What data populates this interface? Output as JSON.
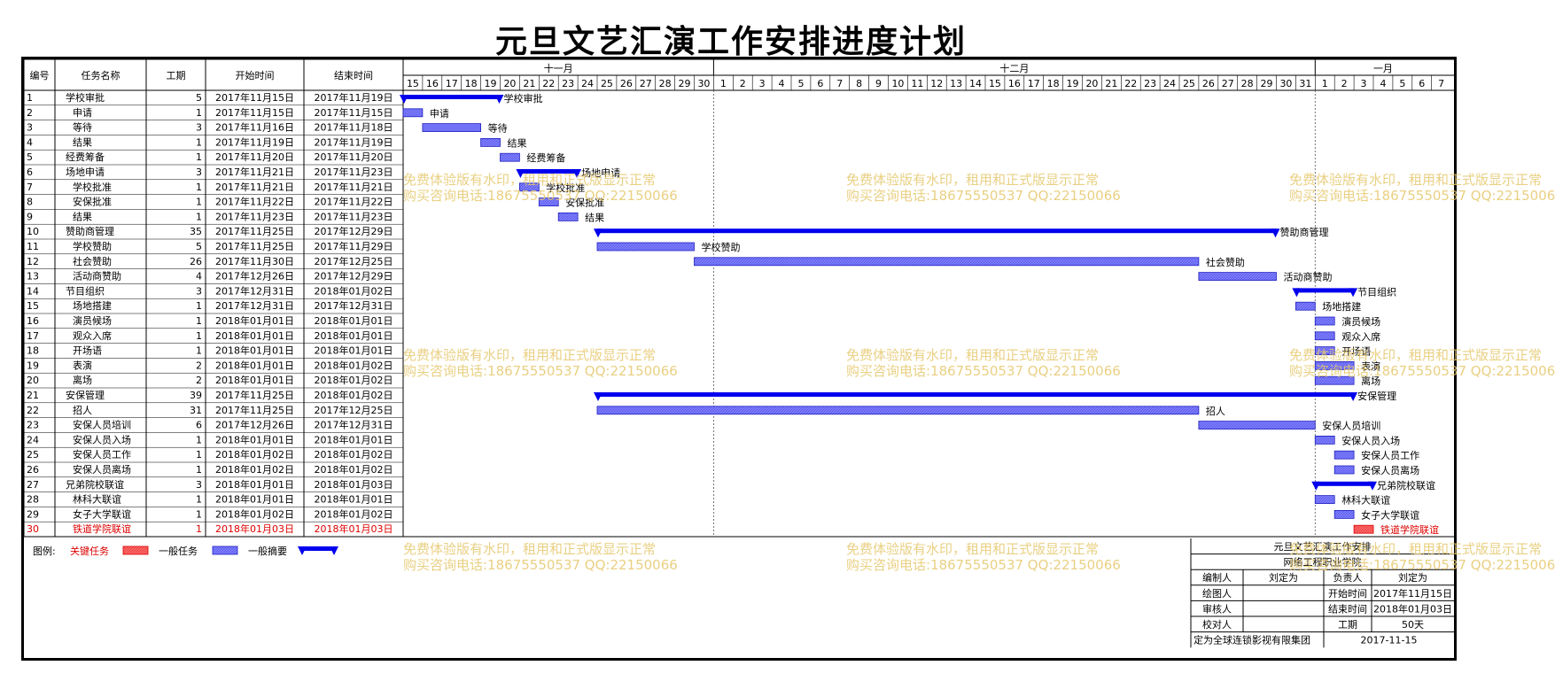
{
  "title": "元旦文艺汇演工作安排进度计划",
  "headers": {
    "id": "编号",
    "name": "任务名称",
    "dur": "工期",
    "start": "开始时间",
    "end": "结束时间"
  },
  "months": [
    "十一月",
    "十二月",
    "一月"
  ],
  "timeline_days": [
    15,
    16,
    17,
    18,
    19,
    20,
    21,
    22,
    23,
    24,
    25,
    26,
    27,
    28,
    29,
    30,
    1,
    2,
    3,
    4,
    5,
    6,
    7,
    8,
    9,
    10,
    11,
    12,
    13,
    14,
    15,
    16,
    17,
    18,
    19,
    20,
    21,
    22,
    23,
    24,
    25,
    26,
    27,
    28,
    29,
    30,
    31,
    1,
    2,
    3,
    4,
    5,
    6,
    7
  ],
  "legend": {
    "label": "图例:",
    "critical": "关键任务",
    "normal": "一般任务",
    "summary": "一般摘要"
  },
  "colors": {
    "normal": "#8080ff",
    "summary": "#0000ee",
    "critical": "#ff6b6b",
    "critical_text": "#dd0000"
  },
  "watermark": [
    "免费体验版有水印，租用和正式版显示正常",
    "购买咨询电话:18675550537 QQ:22150066"
  ],
  "info": {
    "project": "元旦文艺汇演工作安排",
    "org": "网络工程职业学院",
    "rows": [
      [
        "编制人",
        "刘定为",
        "负责人",
        "刘定为"
      ],
      [
        "绘图人",
        "",
        "开始时间",
        "2017年11月15日"
      ],
      [
        "审核人",
        "",
        "结束时间",
        "2018年01月03日"
      ],
      [
        "校对人",
        "",
        "工期",
        "50天"
      ],
      [
        "定为全球连锁影视有限集团",
        "",
        "2017-11-15",
        ""
      ]
    ]
  },
  "chart_data": {
    "type": "gantt",
    "title": "元旦文艺汇演工作安排进度计划",
    "tasks": [
      {
        "id": "1",
        "name": "学校审批",
        "indent": 0,
        "dur": 5,
        "start": "2017年11月15日",
        "end": "2017年11月19日",
        "kind": "summary",
        "s": 0,
        "e": 4,
        "label": "学校审批"
      },
      {
        "id": "2",
        "name": "申请",
        "indent": 1,
        "dur": 1,
        "start": "2017年11月15日",
        "end": "2017年11月15日",
        "kind": "task",
        "s": 0,
        "e": 0,
        "label": "申请"
      },
      {
        "id": "3",
        "name": "等待",
        "indent": 1,
        "dur": 3,
        "start": "2017年11月16日",
        "end": "2017年11月18日",
        "kind": "task",
        "s": 1,
        "e": 3,
        "label": "等待"
      },
      {
        "id": "4",
        "name": "结果",
        "indent": 1,
        "dur": 1,
        "start": "2017年11月19日",
        "end": "2017年11月19日",
        "kind": "task",
        "s": 4,
        "e": 4,
        "label": "结果"
      },
      {
        "id": "5",
        "name": "经费筹备",
        "indent": 0,
        "dur": 1,
        "start": "2017年11月20日",
        "end": "2017年11月20日",
        "kind": "task",
        "s": 5,
        "e": 5,
        "label": "经费筹备"
      },
      {
        "id": "6",
        "name": "场地申请",
        "indent": 0,
        "dur": 3,
        "start": "2017年11月21日",
        "end": "2017年11月23日",
        "kind": "summary",
        "s": 6,
        "e": 8,
        "label": "场地申请"
      },
      {
        "id": "7",
        "name": "学校批准",
        "indent": 1,
        "dur": 1,
        "start": "2017年11月21日",
        "end": "2017年11月21日",
        "kind": "task",
        "s": 6,
        "e": 6,
        "label": "学校批准"
      },
      {
        "id": "8",
        "name": "安保批准",
        "indent": 1,
        "dur": 1,
        "start": "2017年11月22日",
        "end": "2017年11月22日",
        "kind": "task",
        "s": 7,
        "e": 7,
        "label": "安保批准"
      },
      {
        "id": "9",
        "name": "结果",
        "indent": 1,
        "dur": 1,
        "start": "2017年11月23日",
        "end": "2017年11月23日",
        "kind": "task",
        "s": 8,
        "e": 8,
        "label": "结果"
      },
      {
        "id": "10",
        "name": "赞助商管理",
        "indent": 0,
        "dur": 35,
        "start": "2017年11月25日",
        "end": "2017年12月29日",
        "kind": "summary",
        "s": 10,
        "e": 44,
        "label": "赞助商管理"
      },
      {
        "id": "11",
        "name": "学校赞助",
        "indent": 1,
        "dur": 5,
        "start": "2017年11月25日",
        "end": "2017年11月29日",
        "kind": "task",
        "s": 10,
        "e": 14,
        "label": "学校赞助"
      },
      {
        "id": "12",
        "name": "社会赞助",
        "indent": 1,
        "dur": 26,
        "start": "2017年11月30日",
        "end": "2017年12月25日",
        "kind": "task",
        "s": 15,
        "e": 40,
        "label": "社会赞助"
      },
      {
        "id": "13",
        "name": "活动商赞助",
        "indent": 1,
        "dur": 4,
        "start": "2017年12月26日",
        "end": "2017年12月29日",
        "kind": "task",
        "s": 41,
        "e": 44,
        "label": "活动商赞助"
      },
      {
        "id": "14",
        "name": "节目组织",
        "indent": 0,
        "dur": 3,
        "start": "2017年12月31日",
        "end": "2018年01月02日",
        "kind": "summary",
        "s": 46,
        "e": 48,
        "label": "节目组织"
      },
      {
        "id": "15",
        "name": "场地搭建",
        "indent": 1,
        "dur": 1,
        "start": "2017年12月31日",
        "end": "2017年12月31日",
        "kind": "task",
        "s": 46,
        "e": 46,
        "label": "场地搭建"
      },
      {
        "id": "16",
        "name": "演员候场",
        "indent": 1,
        "dur": 1,
        "start": "2018年01月01日",
        "end": "2018年01月01日",
        "kind": "task",
        "s": 47,
        "e": 47,
        "label": "演员候场"
      },
      {
        "id": "17",
        "name": "观众入席",
        "indent": 1,
        "dur": 1,
        "start": "2018年01月01日",
        "end": "2018年01月01日",
        "kind": "task",
        "s": 47,
        "e": 47,
        "label": "观众入席"
      },
      {
        "id": "18",
        "name": "开场语",
        "indent": 1,
        "dur": 1,
        "start": "2018年01月01日",
        "end": "2018年01月01日",
        "kind": "task",
        "s": 47,
        "e": 47,
        "label": "开场语"
      },
      {
        "id": "19",
        "name": "表演",
        "indent": 1,
        "dur": 2,
        "start": "2018年01月01日",
        "end": "2018年01月02日",
        "kind": "task",
        "s": 47,
        "e": 48,
        "label": "表演"
      },
      {
        "id": "20",
        "name": "离场",
        "indent": 1,
        "dur": 2,
        "start": "2018年01月01日",
        "end": "2018年01月02日",
        "kind": "task",
        "s": 47,
        "e": 48,
        "label": "离场"
      },
      {
        "id": "21",
        "name": "安保管理",
        "indent": 0,
        "dur": 39,
        "start": "2017年11月25日",
        "end": "2018年01月02日",
        "kind": "summary",
        "s": 10,
        "e": 48,
        "label": "安保管理"
      },
      {
        "id": "22",
        "name": "招人",
        "indent": 1,
        "dur": 31,
        "start": "2017年11月25日",
        "end": "2017年12月25日",
        "kind": "task",
        "s": 10,
        "e": 40,
        "label": "招人"
      },
      {
        "id": "23",
        "name": "安保人员培训",
        "indent": 1,
        "dur": 6,
        "start": "2017年12月26日",
        "end": "2017年12月31日",
        "kind": "task",
        "s": 41,
        "e": 46,
        "label": "安保人员培训"
      },
      {
        "id": "24",
        "name": "安保人员入场",
        "indent": 1,
        "dur": 1,
        "start": "2018年01月01日",
        "end": "2018年01月01日",
        "kind": "task",
        "s": 47,
        "e": 47,
        "label": "安保人员入场"
      },
      {
        "id": "25",
        "name": "安保人员工作",
        "indent": 1,
        "dur": 1,
        "start": "2018年01月02日",
        "end": "2018年01月02日",
        "kind": "task",
        "s": 48,
        "e": 48,
        "label": "安保人员工作"
      },
      {
        "id": "26",
        "name": "安保人员离场",
        "indent": 1,
        "dur": 1,
        "start": "2018年01月02日",
        "end": "2018年01月02日",
        "kind": "task",
        "s": 48,
        "e": 48,
        "label": "安保人员离场"
      },
      {
        "id": "27",
        "name": "兄弟院校联谊",
        "indent": 0,
        "dur": 3,
        "start": "2018年01月01日",
        "end": "2018年01月03日",
        "kind": "summary",
        "s": 47,
        "e": 49,
        "label": "兄弟院校联谊"
      },
      {
        "id": "28",
        "name": "林科大联谊",
        "indent": 1,
        "dur": 1,
        "start": "2018年01月01日",
        "end": "2018年01月01日",
        "kind": "task",
        "s": 47,
        "e": 47,
        "label": "林科大联谊"
      },
      {
        "id": "29",
        "name": "女子大学联谊",
        "indent": 1,
        "dur": 1,
        "start": "2018年01月02日",
        "end": "2018年01月02日",
        "kind": "task",
        "s": 48,
        "e": 48,
        "label": "女子大学联谊"
      },
      {
        "id": "30",
        "name": "铁道学院联谊",
        "indent": 1,
        "dur": 1,
        "start": "2018年01月03日",
        "end": "2018年01月03日",
        "kind": "critical",
        "s": 49,
        "e": 49,
        "label": "铁道学院联谊"
      }
    ]
  }
}
